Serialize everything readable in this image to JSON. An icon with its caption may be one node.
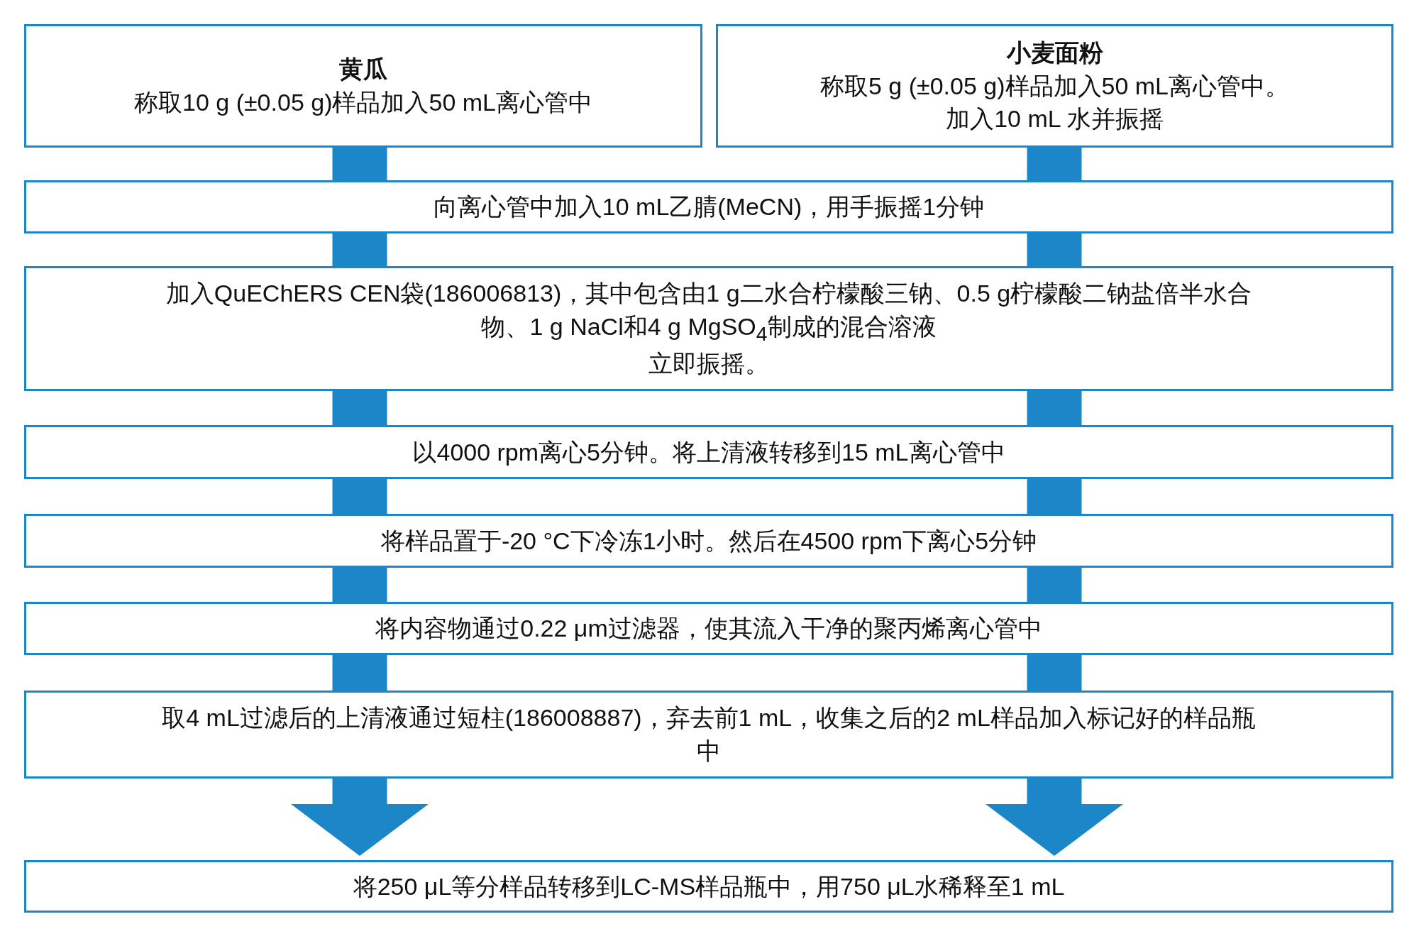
{
  "diagram": {
    "nodes": [
      {
        "text": [
          "黄瓜",
          "称取10 g (±0.05 g)样品加入50 mL离心管中"
        ]
      },
      {
        "text": [
          "小麦面粉",
          "称取5 g (±0.05 g)样品加入50 mL离心管中。",
          "加入10 mL 水并振摇"
        ]
      },
      {
        "text": [
          "向离心管中加入10 mL乙腈(MeCN)，用手振摇1分钟"
        ]
      },
      {
        "text": [
          "加入QuEChERS CEN袋(186006813)，其中包含由1 g二水合柠檬酸三钠、0.5 g柠檬酸二钠盐倍半水合物、1 g NaCl和4 g MgSO$_{4}$制成的混合溶液",
          "立即振摇。"
        ]
      },
      {
        "text": [
          "以4000 rpm离心5分钟。将上清液转移到15 mL离心管中"
        ]
      },
      {
        "text": [
          "将样品置于-20 °C下冷冻1小时。然后在4500 rpm下离心5分钟"
        ]
      },
      {
        "text": [
          "将内容物通过0.22 μm过滤器，使其流入干净的聚丙烯离心管中"
        ]
      },
      {
        "text": [
          "取4 mL过滤后的上清液通过短柱(186008887)，弃去前1 mL，收集之后的2 mL样品加入标记好的样品瓶中"
        ]
      },
      {
        "text": [
          "将250 μL等分样品转移到LC-MS样品瓶中，用750 μL水稀释至1 mL"
        ]
      }
    ],
    "edges": [
      {
        "from": 0,
        "to": 2,
        "arrow": "none",
        "style": "thick"
      },
      {
        "from": 1,
        "to": 2,
        "arrow": "none",
        "style": "thick"
      },
      {
        "from": 2,
        "to": 3,
        "arrow": "none",
        "style": "thick"
      },
      {
        "from": 2,
        "to": 3,
        "arrow": "none",
        "style": "thick"
      },
      {
        "from": 3,
        "to": 4,
        "arrow": "none",
        "style": "thick"
      },
      {
        "from": 3,
        "to": 4,
        "arrow": "none",
        "style": "thick"
      },
      {
        "from": 4,
        "to": 5,
        "arrow": "none",
        "style": "thick"
      },
      {
        "from": 4,
        "to": 5,
        "arrow": "none",
        "style": "thick"
      },
      {
        "from": 5,
        "to": 6,
        "arrow": "none",
        "style": "thick"
      },
      {
        "from": 5,
        "to": 6,
        "arrow": "none",
        "style": "thick"
      },
      {
        "from": 6,
        "to": 7,
        "arrow": "none",
        "style": "thick"
      },
      {
        "from": 6,
        "to": 7,
        "arrow": "none",
        "style": "thick"
      },
      {
        "from": 7,
        "to": 8,
        "arrow": "to",
        "style": "thick"
      },
      {
        "from": 7,
        "to": 8,
        "arrow": "to",
        "style": "thick"
      }
    ]
  }
}
